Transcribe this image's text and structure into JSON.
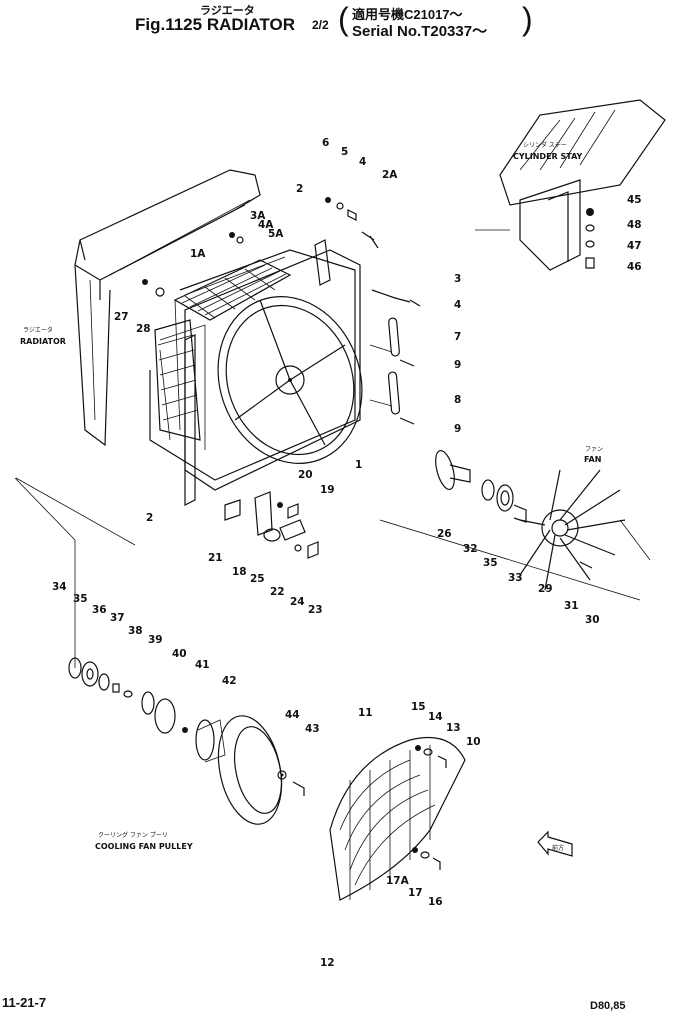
{
  "header": {
    "jp_title": "ラジエータ",
    "fig_title": "Fig.1125 RADIATOR",
    "fig_fraction": "2/2",
    "jp_serial": "適用号機C21017〜",
    "serial": "Serial No.T20337〜"
  },
  "captions": {
    "radiator_jp": "ラジエータ",
    "radiator_en": "RADIATOR",
    "cylinder_stay_jp": "シリンダ ステー",
    "cylinder_stay_en": "CYLINDER STAY",
    "fan_jp": "ファン",
    "fan_en": "FAN",
    "pulley_jp": "クーリング ファン プーリ",
    "pulley_en": "COOLING FAN PULLEY",
    "front_jp": "前方"
  },
  "part_labels": [
    "6",
    "5",
    "4",
    "2A",
    "2",
    "3A",
    "4A",
    "5A",
    "1A",
    "3",
    "4",
    "7",
    "9",
    "8",
    "9",
    "27",
    "28",
    "45",
    "48",
    "47",
    "46",
    "1",
    "2",
    "20",
    "19",
    "21",
    "18",
    "25",
    "22",
    "24",
    "23",
    "26",
    "32",
    "35",
    "33",
    "29",
    "31",
    "30",
    "34",
    "35",
    "36",
    "37",
    "38",
    "39",
    "40",
    "41",
    "42",
    "44",
    "43",
    "11",
    "15",
    "14",
    "13",
    "10",
    "17A",
    "17",
    "16",
    "12"
  ],
  "footer": {
    "page_code": "11-21-7",
    "model": "D80,85"
  }
}
